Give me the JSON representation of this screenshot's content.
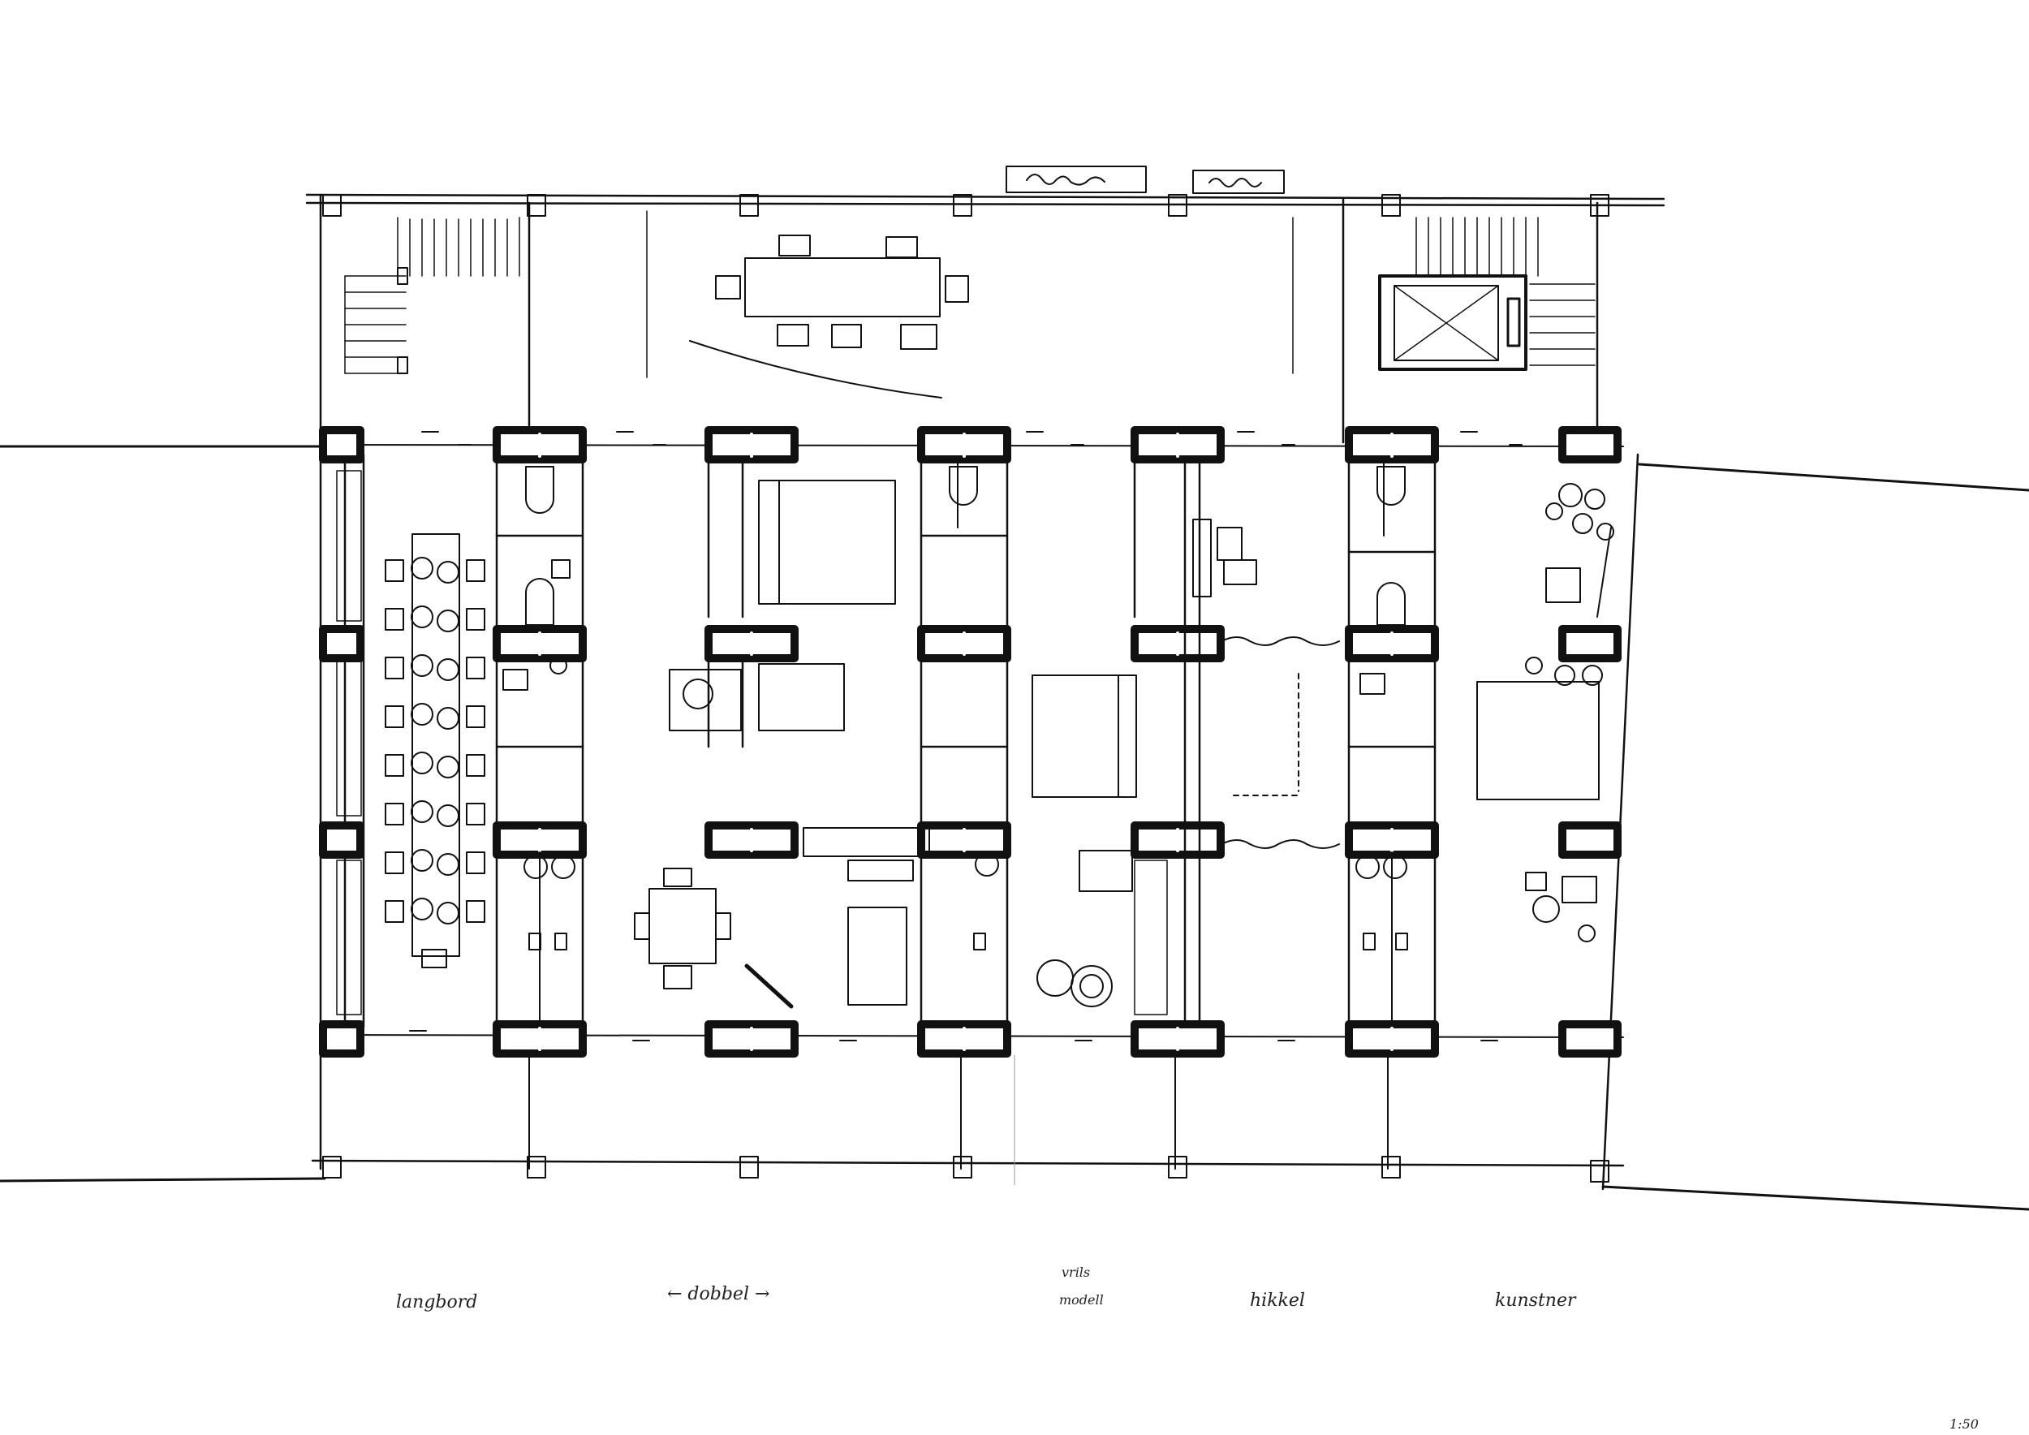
{
  "plan": {
    "top_labels": [
      "(illegible)",
      "(illegible)"
    ],
    "bottom_labels": {
      "label_1": "langbord",
      "label_2": "← dobbel →",
      "label_3a": "vrils",
      "label_3b": "modell",
      "label_4": "hikkel",
      "label_5": "kunstner"
    },
    "scale": "1:50"
  },
  "colors": {
    "ink": "#111111",
    "paper": "#ffffff"
  }
}
